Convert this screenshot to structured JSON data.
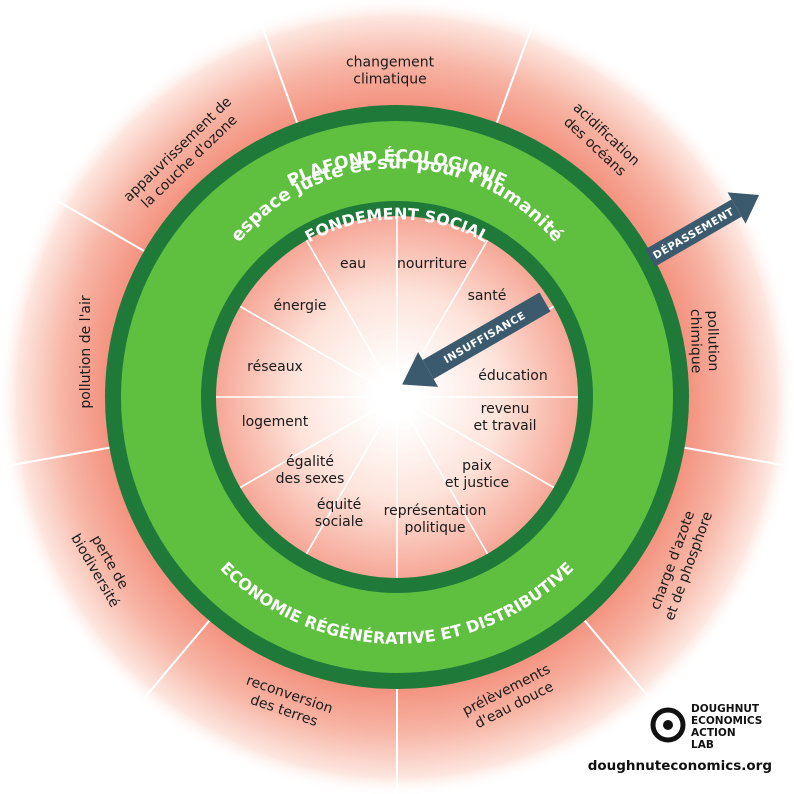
{
  "rings": {
    "ceiling": "PLAFOND ÉCOLOGIQUE",
    "safe_space": "espace juste et sûr pour l'humanité",
    "foundation": "FONDEMENT SOCIAL",
    "economy": "ECONOMIE RÉGÉNÉRATIVE ET DISTRIBUTIVE"
  },
  "arrows": {
    "overshoot": "DÉPASSEMENT",
    "shortfall": "INSUFFISANCE"
  },
  "social_foundation": [
    [
      "eau"
    ],
    [
      "nourriture"
    ],
    [
      "santé"
    ],
    [
      "éducation"
    ],
    [
      "revenu",
      "et travail"
    ],
    [
      "paix",
      "et justice"
    ],
    [
      "représentation",
      "politique"
    ],
    [
      "équité",
      "sociale"
    ],
    [
      "égalité",
      "des sexes"
    ],
    [
      "logement"
    ],
    [
      "réseaux"
    ],
    [
      "énergie"
    ]
  ],
  "ecological_ceiling": [
    [
      "changement",
      "climatique"
    ],
    [
      "acidification",
      "des océans"
    ],
    [
      "pollution",
      "chimique"
    ],
    [
      "charge d'azote",
      "et de phosphore"
    ],
    [
      "prélèvements",
      "d'eau douce"
    ],
    [
      "reconversion",
      "des terres"
    ],
    [
      "perte de",
      "biodiversité"
    ],
    [
      "pollution de l'air"
    ],
    [
      "appauvrissement de",
      "la couche d'ozone"
    ]
  ],
  "logo": {
    "lines": [
      "DOUGHNUT",
      "ECONOMICS",
      "ACTION",
      "LAB"
    ],
    "website": "doughnuteconomics.org"
  },
  "colors": {
    "dark_green": "#1f7a3a",
    "light_green": "#5fbf3f",
    "arrow": "#3c5a6e",
    "overshoot_glow": "#f28a78"
  }
}
